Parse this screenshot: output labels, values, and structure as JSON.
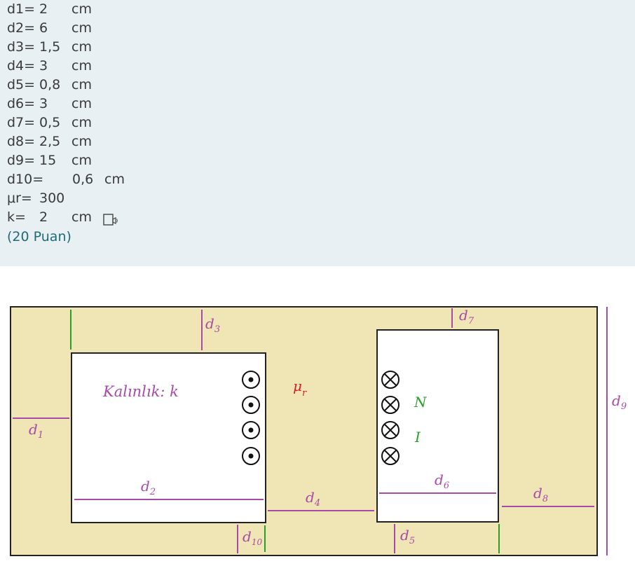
{
  "params": [
    {
      "name": "d1=",
      "value": "2",
      "unit": "cm"
    },
    {
      "name": "d2=",
      "value": "6",
      "unit": "cm"
    },
    {
      "name": "d3=",
      "value": "1,5",
      "unit": "cm"
    },
    {
      "name": "d4=",
      "value": "3",
      "unit": "cm"
    },
    {
      "name": "d5=",
      "value": "0,8",
      "unit": "cm"
    },
    {
      "name": "d6=",
      "value": "3",
      "unit": "cm"
    },
    {
      "name": "d7=",
      "value": "0,5",
      "unit": "cm"
    },
    {
      "name": "d8=",
      "value": "2,5",
      "unit": "cm"
    },
    {
      "name": "d9=",
      "value": "15",
      "unit": "cm"
    },
    {
      "name": "d10=",
      "value": "0,6",
      "unit": "cm"
    },
    {
      "name": "μr=",
      "value": "300",
      "unit": ""
    },
    {
      "name": "k=",
      "value": "2",
      "unit": "cm"
    }
  ],
  "points": "(20 Puan)",
  "reader_icon": "immersive-reader-icon",
  "diagram": {
    "thickness": "Kalınlık: k",
    "mu": "μ",
    "mu_sub": "r",
    "N": "N",
    "I": "I",
    "d": "d",
    "labels": {
      "d1": "1",
      "d2": "2",
      "d3": "3",
      "d4": "4",
      "d5": "5",
      "d6": "6",
      "d7": "7",
      "d8": "8",
      "d9": "9",
      "d10": "10"
    },
    "colors": {
      "core": "#f0e6b5",
      "dimension": "#a84aa8",
      "mu": "#d62020",
      "coil_label": "#2aa02a",
      "marker": "#2aa02a"
    }
  }
}
